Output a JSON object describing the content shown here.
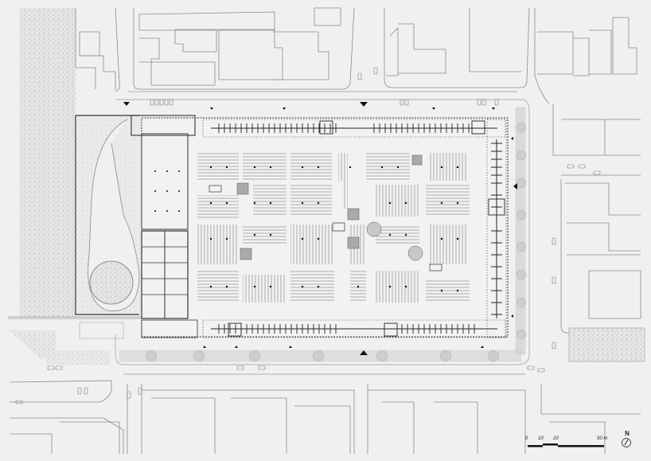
{
  "drawing": {
    "type": "site plan",
    "background_color": "#f0f0f0",
    "line_color": "#8a8a8a",
    "structure_color": "#222222",
    "vegetation_color": "#b8b8b8"
  },
  "scale_bar": {
    "labels": [
      "0",
      "10",
      "20",
      "50 m"
    ],
    "unit": "m"
  },
  "north_arrow": {
    "letter": "N"
  },
  "entrances": {
    "north_main": "▼",
    "south_main": "▲",
    "east_main": "◀"
  }
}
